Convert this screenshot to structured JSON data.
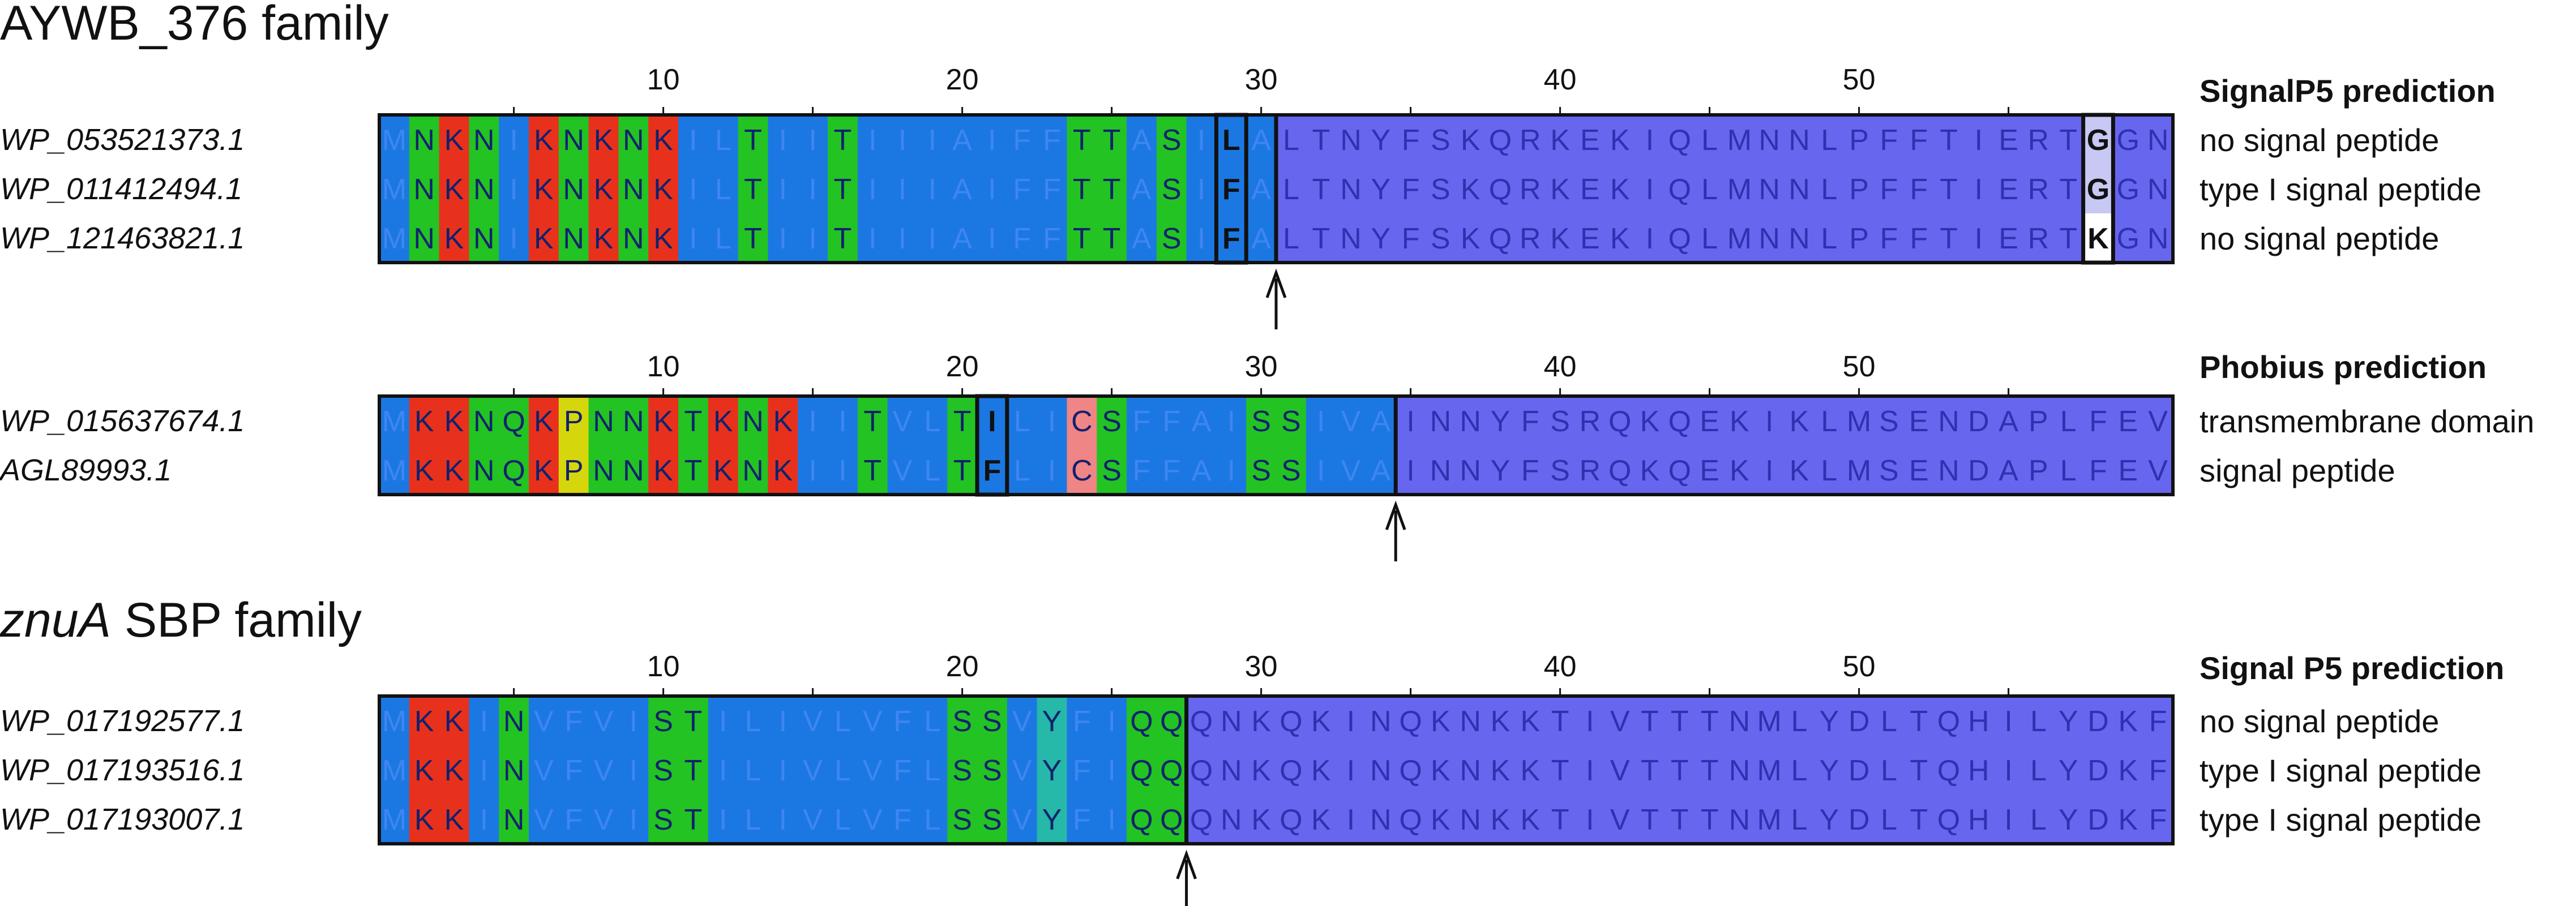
{
  "colors": {
    "K": "#e8311c",
    "N": "#22c322",
    "T": "#22c322",
    "S": "#22c322",
    "Q": "#22c322",
    "P": "#d6d60c",
    "C": "#f08585",
    "Y": "#26b8a8",
    "hydrophobic": "#1b78e3",
    "mature": "#6666ee",
    "dark_text": "#11216e",
    "light_text": "#3f86f0",
    "mature_text": "#3030b0",
    "white_cell": "#ffffff",
    "light_cell": "#c8c8f4"
  },
  "panels": [
    {
      "title": "AYWB_376 family",
      "title_italic": "",
      "title_rest": "",
      "ruler_labels": [
        "10",
        "20",
        "30",
        "40",
        "50"
      ],
      "prediction_header": "SignalP5 prediction",
      "cleavage_after": 30,
      "sequences": [
        {
          "name": "WP_053521373.1",
          "seq": "MNKNIKNKNKILTIITIIIAIFFTTASILALTNYFSKQRKEKIQLMNNLPFFTIERTGGN",
          "prediction": "no signal peptide"
        },
        {
          "name": "WP_011412494.1",
          "seq": "MNKNIKNKNKILTIITIIIAIFFTTASIFALTNYFSKQRKEKIQLMNNLPFFTIERTGGN",
          "prediction": "type I signal peptide"
        },
        {
          "name": "WP_121463821.1",
          "seq": "MNKNIKNKNKILTIITIIIAIFFTTASIFALTNYFSKQRKEKIQLMNNLPFFTIERTKGN",
          "prediction": "no signal peptide"
        }
      ],
      "boxed_columns": [
        29,
        58
      ]
    },
    {
      "title": "",
      "title_italic": "",
      "title_rest": "",
      "ruler_labels": [
        "10",
        "20",
        "30",
        "40",
        "50"
      ],
      "prediction_header": "Phobius prediction",
      "cleavage_after": 34,
      "sequences": [
        {
          "name": "WP_015637674.1",
          "seq": "MKKNQKPNNKTKNKIITVLTILICSFFAISSIVAINNYFSRQKQEKIKLMSENDAPLFEV",
          "prediction": "transmembrane domain"
        },
        {
          "name": "AGL89993.1",
          "seq": "MKKNQKPNNKTKNKIITVLTFLICSFFAISSIVAINNYFSRQKQEKIKLMSENDAPLFEV",
          "prediction": "signal peptide"
        }
      ],
      "boxed_columns": [
        21
      ]
    },
    {
      "title": "",
      "title_italic": "znuA",
      "title_rest": " SBP family",
      "ruler_labels": [
        "10",
        "20",
        "30",
        "40",
        "50"
      ],
      "prediction_header": "Signal P5 prediction",
      "cleavage_after": 27,
      "sequences": [
        {
          "name": "WP_017192577.1",
          "seq": "MKKINVFVISTILIVLVFLSSVYFIQQQNKQKINQKNKKTIVTTTNMLYDLTQHILYDKF",
          "prediction": "no signal peptide"
        },
        {
          "name": "WP_017193516.1",
          "seq": "MKKINVFVISTILIVLVFLSSVYFIQQQNKQKINQKNKKTIVTTTNMLYDLTQHILYDKF",
          "prediction": "type I signal peptide"
        },
        {
          "name": "WP_017193007.1",
          "seq": "MKKINVFVISTILIVLVFLSSVYFIQQQNKQKINQKNKKTIVTTTNMLYDLTQHILYDKF",
          "prediction": "type I signal peptide"
        }
      ],
      "boxed_columns": []
    }
  ]
}
